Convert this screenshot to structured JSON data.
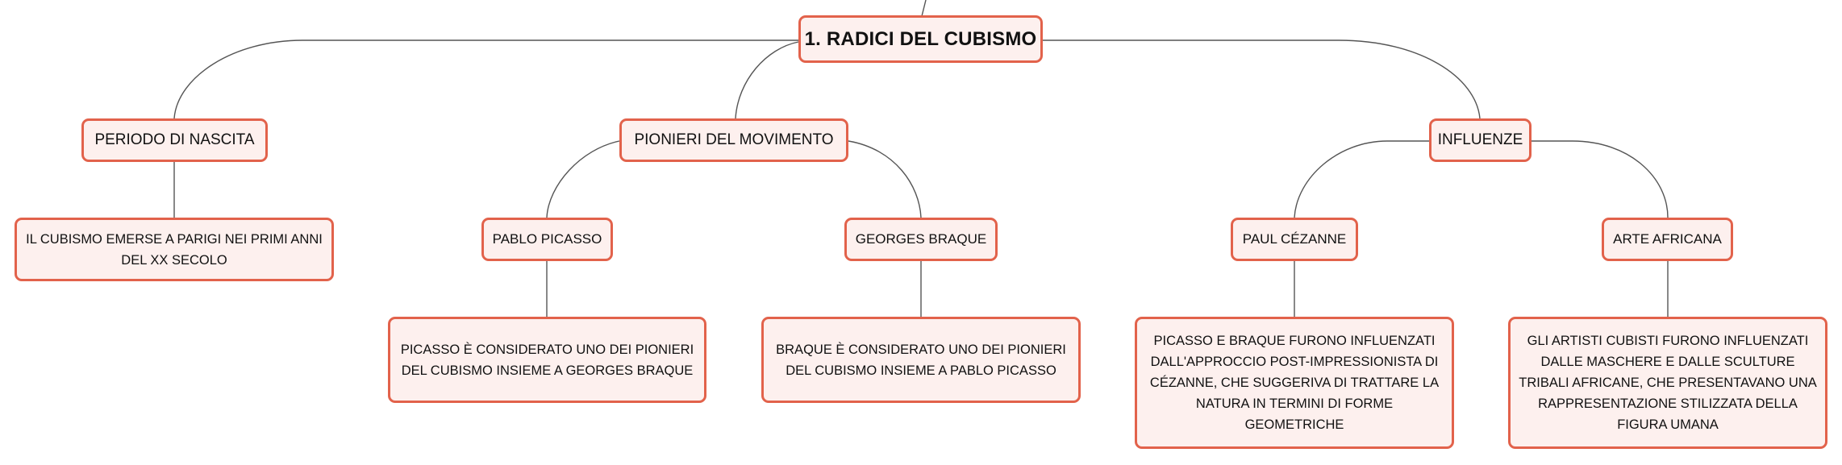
{
  "mindmap": {
    "root": {
      "label": "1. RADICI DEL CUBISMO"
    },
    "branches": [
      {
        "label": "PERIODO DI NASCITA",
        "children": [
          {
            "label": "IL CUBISMO EMERSE A PARIGI NEI PRIMI ANNI DEL XX SECOLO"
          }
        ]
      },
      {
        "label": "PIONIERI DEL MOVIMENTO",
        "children": [
          {
            "label": "PABLO PICASSO",
            "children": [
              {
                "label": "PICASSO È CONSIDERATO UNO DEI PIONIERI DEL CUBISMO INSIEME A GEORGES BRAQUE"
              }
            ]
          },
          {
            "label": "GEORGES BRAQUE",
            "children": [
              {
                "label": "BRAQUE È CONSIDERATO UNO DEI PIONIERI DEL CUBISMO INSIEME A PABLO PICASSO"
              }
            ]
          }
        ]
      },
      {
        "label": "INFLUENZE",
        "children": [
          {
            "label": "PAUL CÉZANNE",
            "children": [
              {
                "label": "PICASSO E BRAQUE FURONO INFLUENZATI DALL'APPROCCIO POST-IMPRESSIONISTA DI CÉZANNE, CHE SUGGERIVA DI TRATTARE LA NATURA IN TERMINI DI FORME GEOMETRICHE"
              }
            ]
          },
          {
            "label": "ARTE AFRICANA",
            "children": [
              {
                "label": "GLI ARTISTI CUBISTI FURONO INFLUENZATI DALLE MASCHERE E DALLE SCULTURE TRIBALI AFRICANE, CHE PRESENTAVANO UNA RAPPRESENTAZIONE STILIZZATA DELLA FIGURA UMANA"
              }
            ]
          }
        ]
      }
    ],
    "colors": {
      "node_border": "#e2624b",
      "node_fill": "#fdf0ee",
      "connector": "#555555",
      "text": "#111111"
    }
  }
}
